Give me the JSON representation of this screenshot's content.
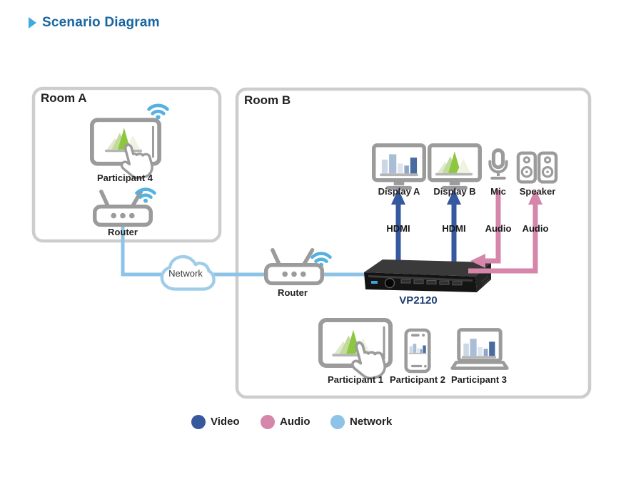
{
  "title": "Scenario Diagram",
  "room_a": {
    "label": "Room A",
    "participant_label": "Participant 4",
    "router_label": "Router"
  },
  "network_cloud": {
    "label": "Network"
  },
  "room_b": {
    "label": "Room B",
    "router_label": "Router",
    "device_label": "VP2120",
    "display_a_label": "Display A",
    "display_b_label": "Display B",
    "mic_label": "Mic",
    "speaker_label": "Speaker",
    "participant1_label": "Participant 1",
    "participant2_label": "Participant 2",
    "participant3_label": "Participant 3",
    "hdmi_label_1": "HDMI",
    "hdmi_label_2": "HDMI",
    "audio_label_1": "Audio",
    "audio_label_2": "Audio"
  },
  "legend": {
    "video": {
      "label": "Video",
      "color": "#35589f"
    },
    "audio": {
      "label": "Audio",
      "color": "#d685ab"
    },
    "network": {
      "label": "Network",
      "color": "#8cc3e6"
    }
  },
  "colors": {
    "heading": "#17659f",
    "heading_bullet": "#3fa9e1",
    "icon_gray": "#9b9b9b",
    "label_text": "#231f20",
    "accent_green": "#8dc63f",
    "device_black": "#161616",
    "room_border": "#cdcdcd"
  }
}
